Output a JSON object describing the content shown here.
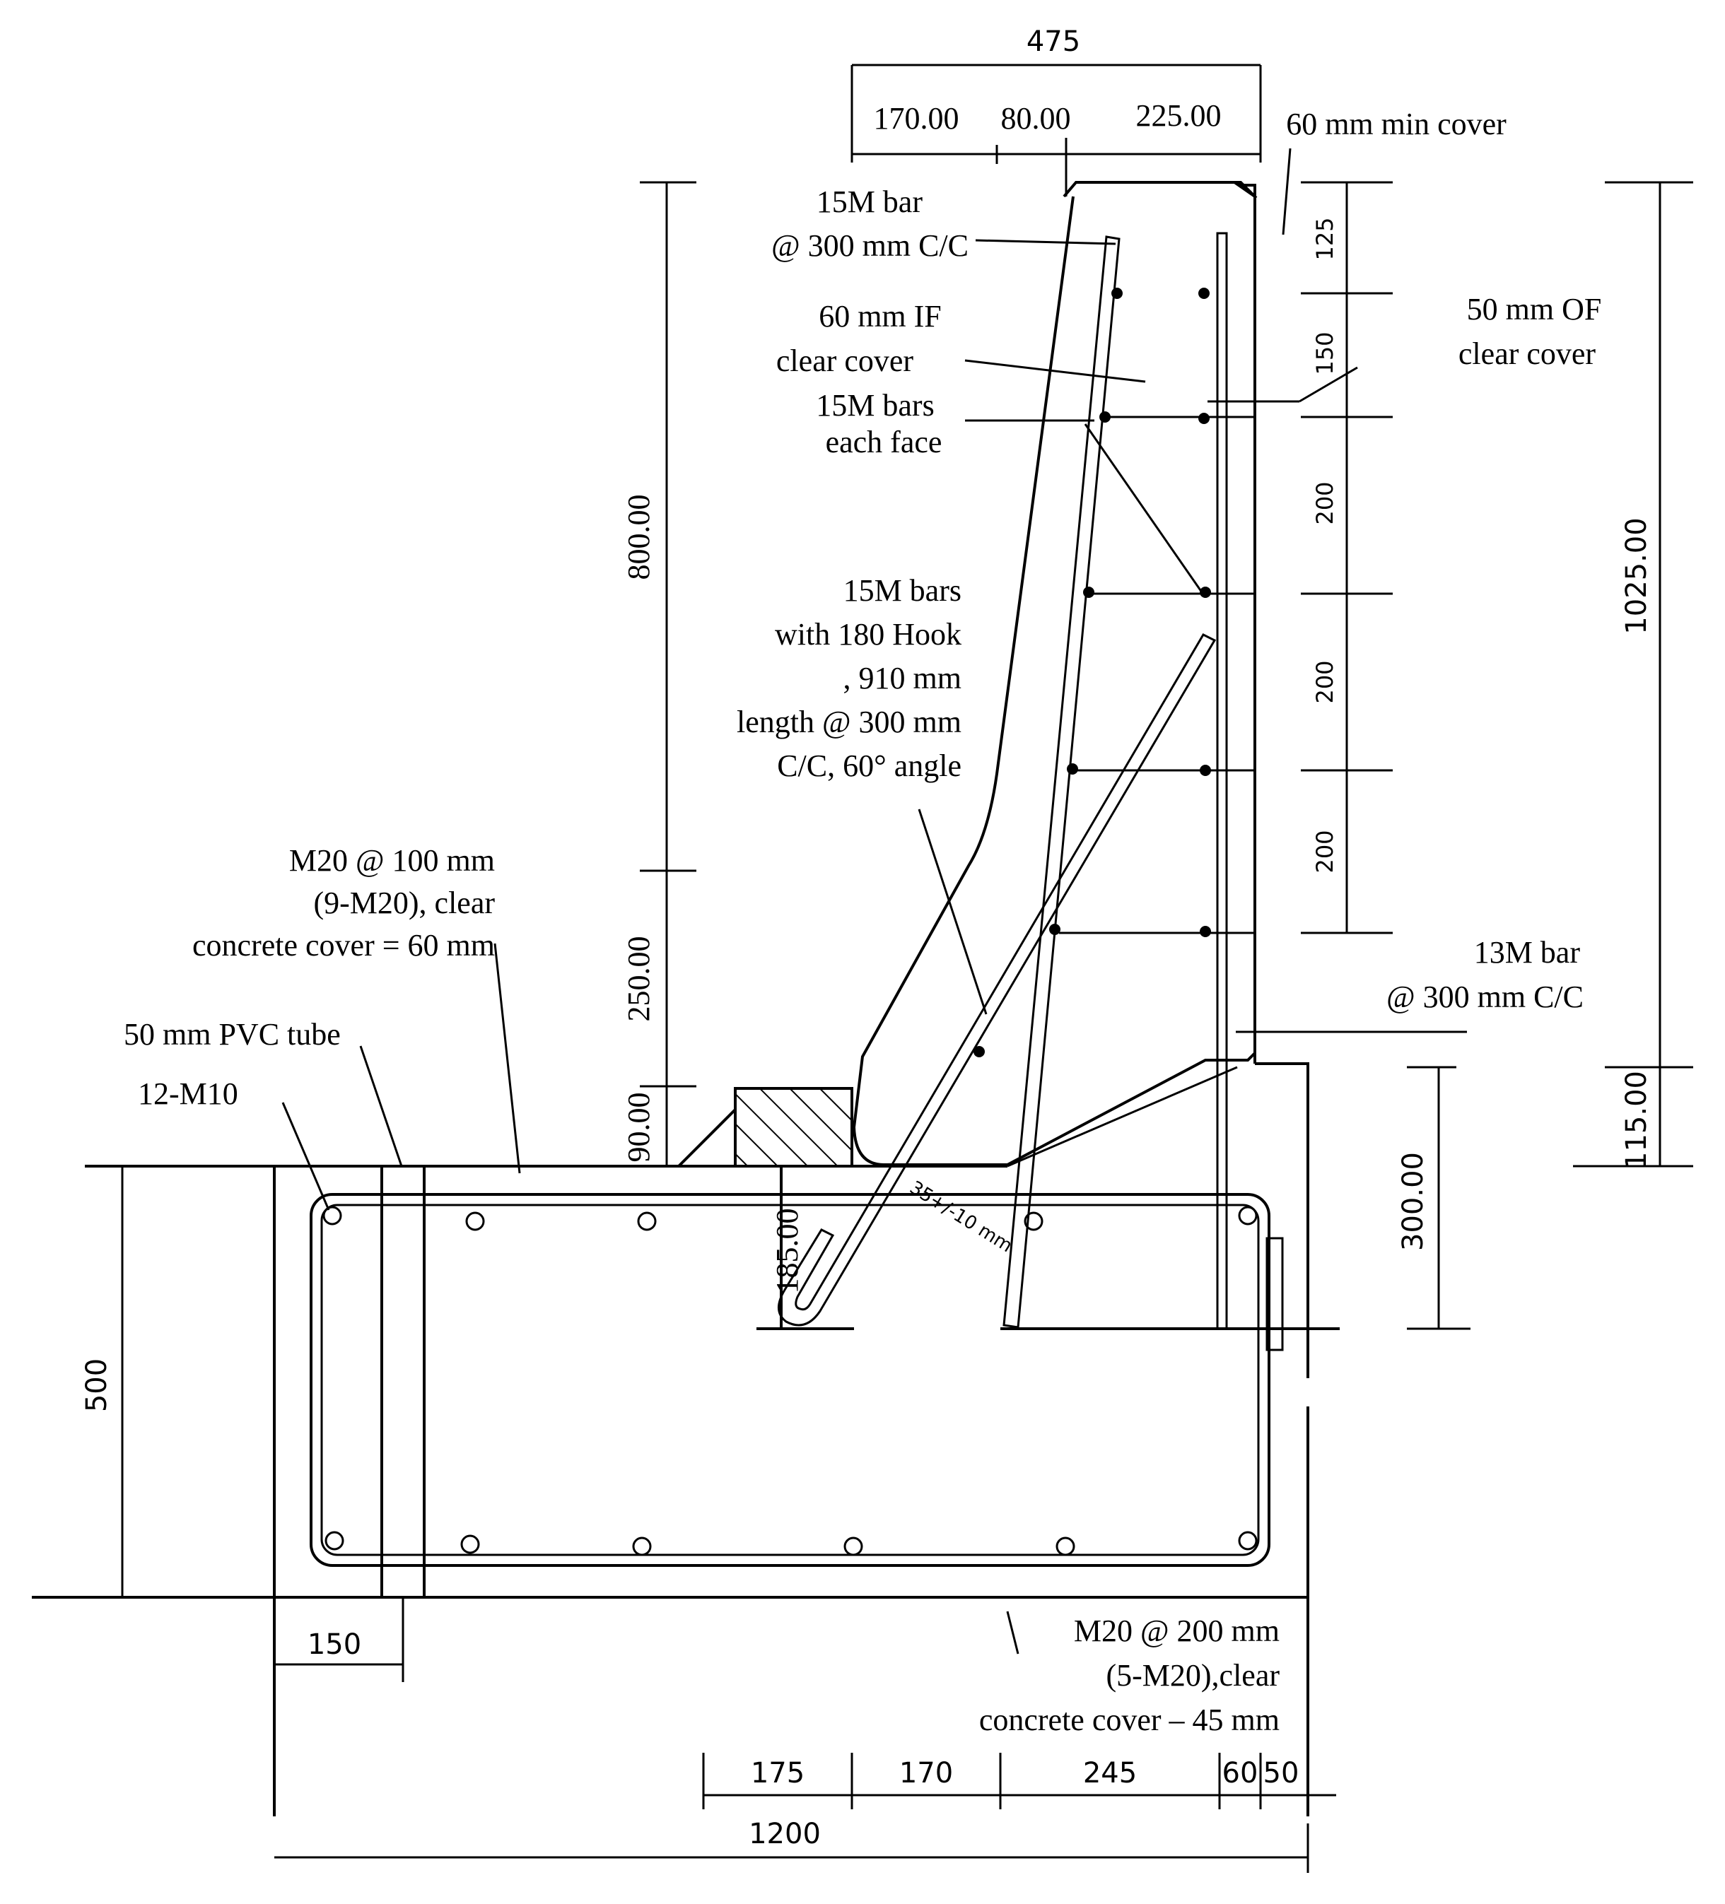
{
  "top_dims": {
    "overall": "475",
    "d1": "170.00",
    "d2": "80.00",
    "d3": "225.00"
  },
  "wall_dims": {
    "d800": "800.00",
    "d250": "250.00",
    "d90": "90.00",
    "d1025": "1025.00",
    "d115": "115.00",
    "d300": "300.00",
    "d185": "185.00"
  },
  "spacing_dims": {
    "s125": "125",
    "s150": "150",
    "s200a": "200",
    "s200b": "200",
    "s200c": "200"
  },
  "slab_dims": {
    "d500": "500",
    "d150": "150",
    "b175": "175",
    "b170": "170",
    "b245": "245",
    "b60": "60",
    "b50": "50",
    "d1200": "1200"
  },
  "notes": {
    "min_cover": "60 mm min cover",
    "bar15m_top": [
      "15M bar",
      "@ 300 mm C/C"
    ],
    "if_cover": [
      "60 mm IF",
      "clear cover"
    ],
    "of_cover": [
      "50 mm OF",
      "clear cover"
    ],
    "bars_each_face": [
      "15M  bars",
      "each face"
    ],
    "hook_bars": [
      "15M bars",
      "with 180 Hook",
      ", 910 mm",
      "length @ 300 mm",
      "C/C, 60° angle"
    ],
    "m20_top": [
      "M20 @ 100 mm",
      "(9-M20), clear",
      "concrete cover = 60 mm"
    ],
    "pvc_tube": "50 mm PVC tube",
    "m10": "12-M10",
    "bar13m": [
      "13M  bar",
      "@ 300 mm C/C"
    ],
    "m20_bottom": [
      "M20 @ 200 mm",
      "(5-M20),clear",
      "concrete cover – 45 mm"
    ],
    "tolerance": "35+/-10 mm"
  }
}
